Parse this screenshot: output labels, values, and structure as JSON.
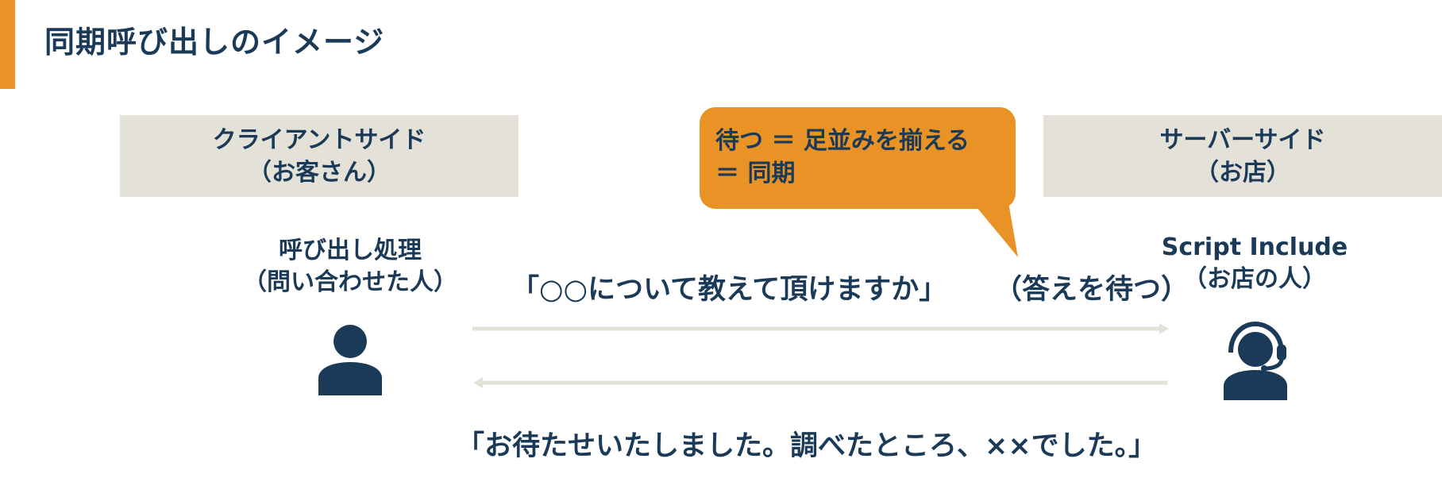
{
  "header": {
    "title": "同期呼び出しのイメージ"
  },
  "client": {
    "side_line1": "クライアントサイド",
    "side_line2": "（お客さん）",
    "actor_line1": "呼び出し処理",
    "actor_line2": "（問い合わせた人）",
    "icon": "user-icon"
  },
  "server": {
    "side_line1": "サーバーサイド",
    "side_line2": "（お店）",
    "actor_line1": "Script Include",
    "actor_line2": "（お店の人）",
    "icon": "support-agent-icon"
  },
  "callout": {
    "line1": "待つ ＝ 足並みを揃える",
    "line2": "＝ 同期"
  },
  "messages": {
    "request": "「○○について教えて頂けますか」",
    "wait": "（答えを待つ）",
    "response": "「お待たせいたしました。調べたところ、××でした。」"
  },
  "colors": {
    "accent": "#e99326",
    "navy": "#1b3a57",
    "panel": "#e3e1d8"
  }
}
